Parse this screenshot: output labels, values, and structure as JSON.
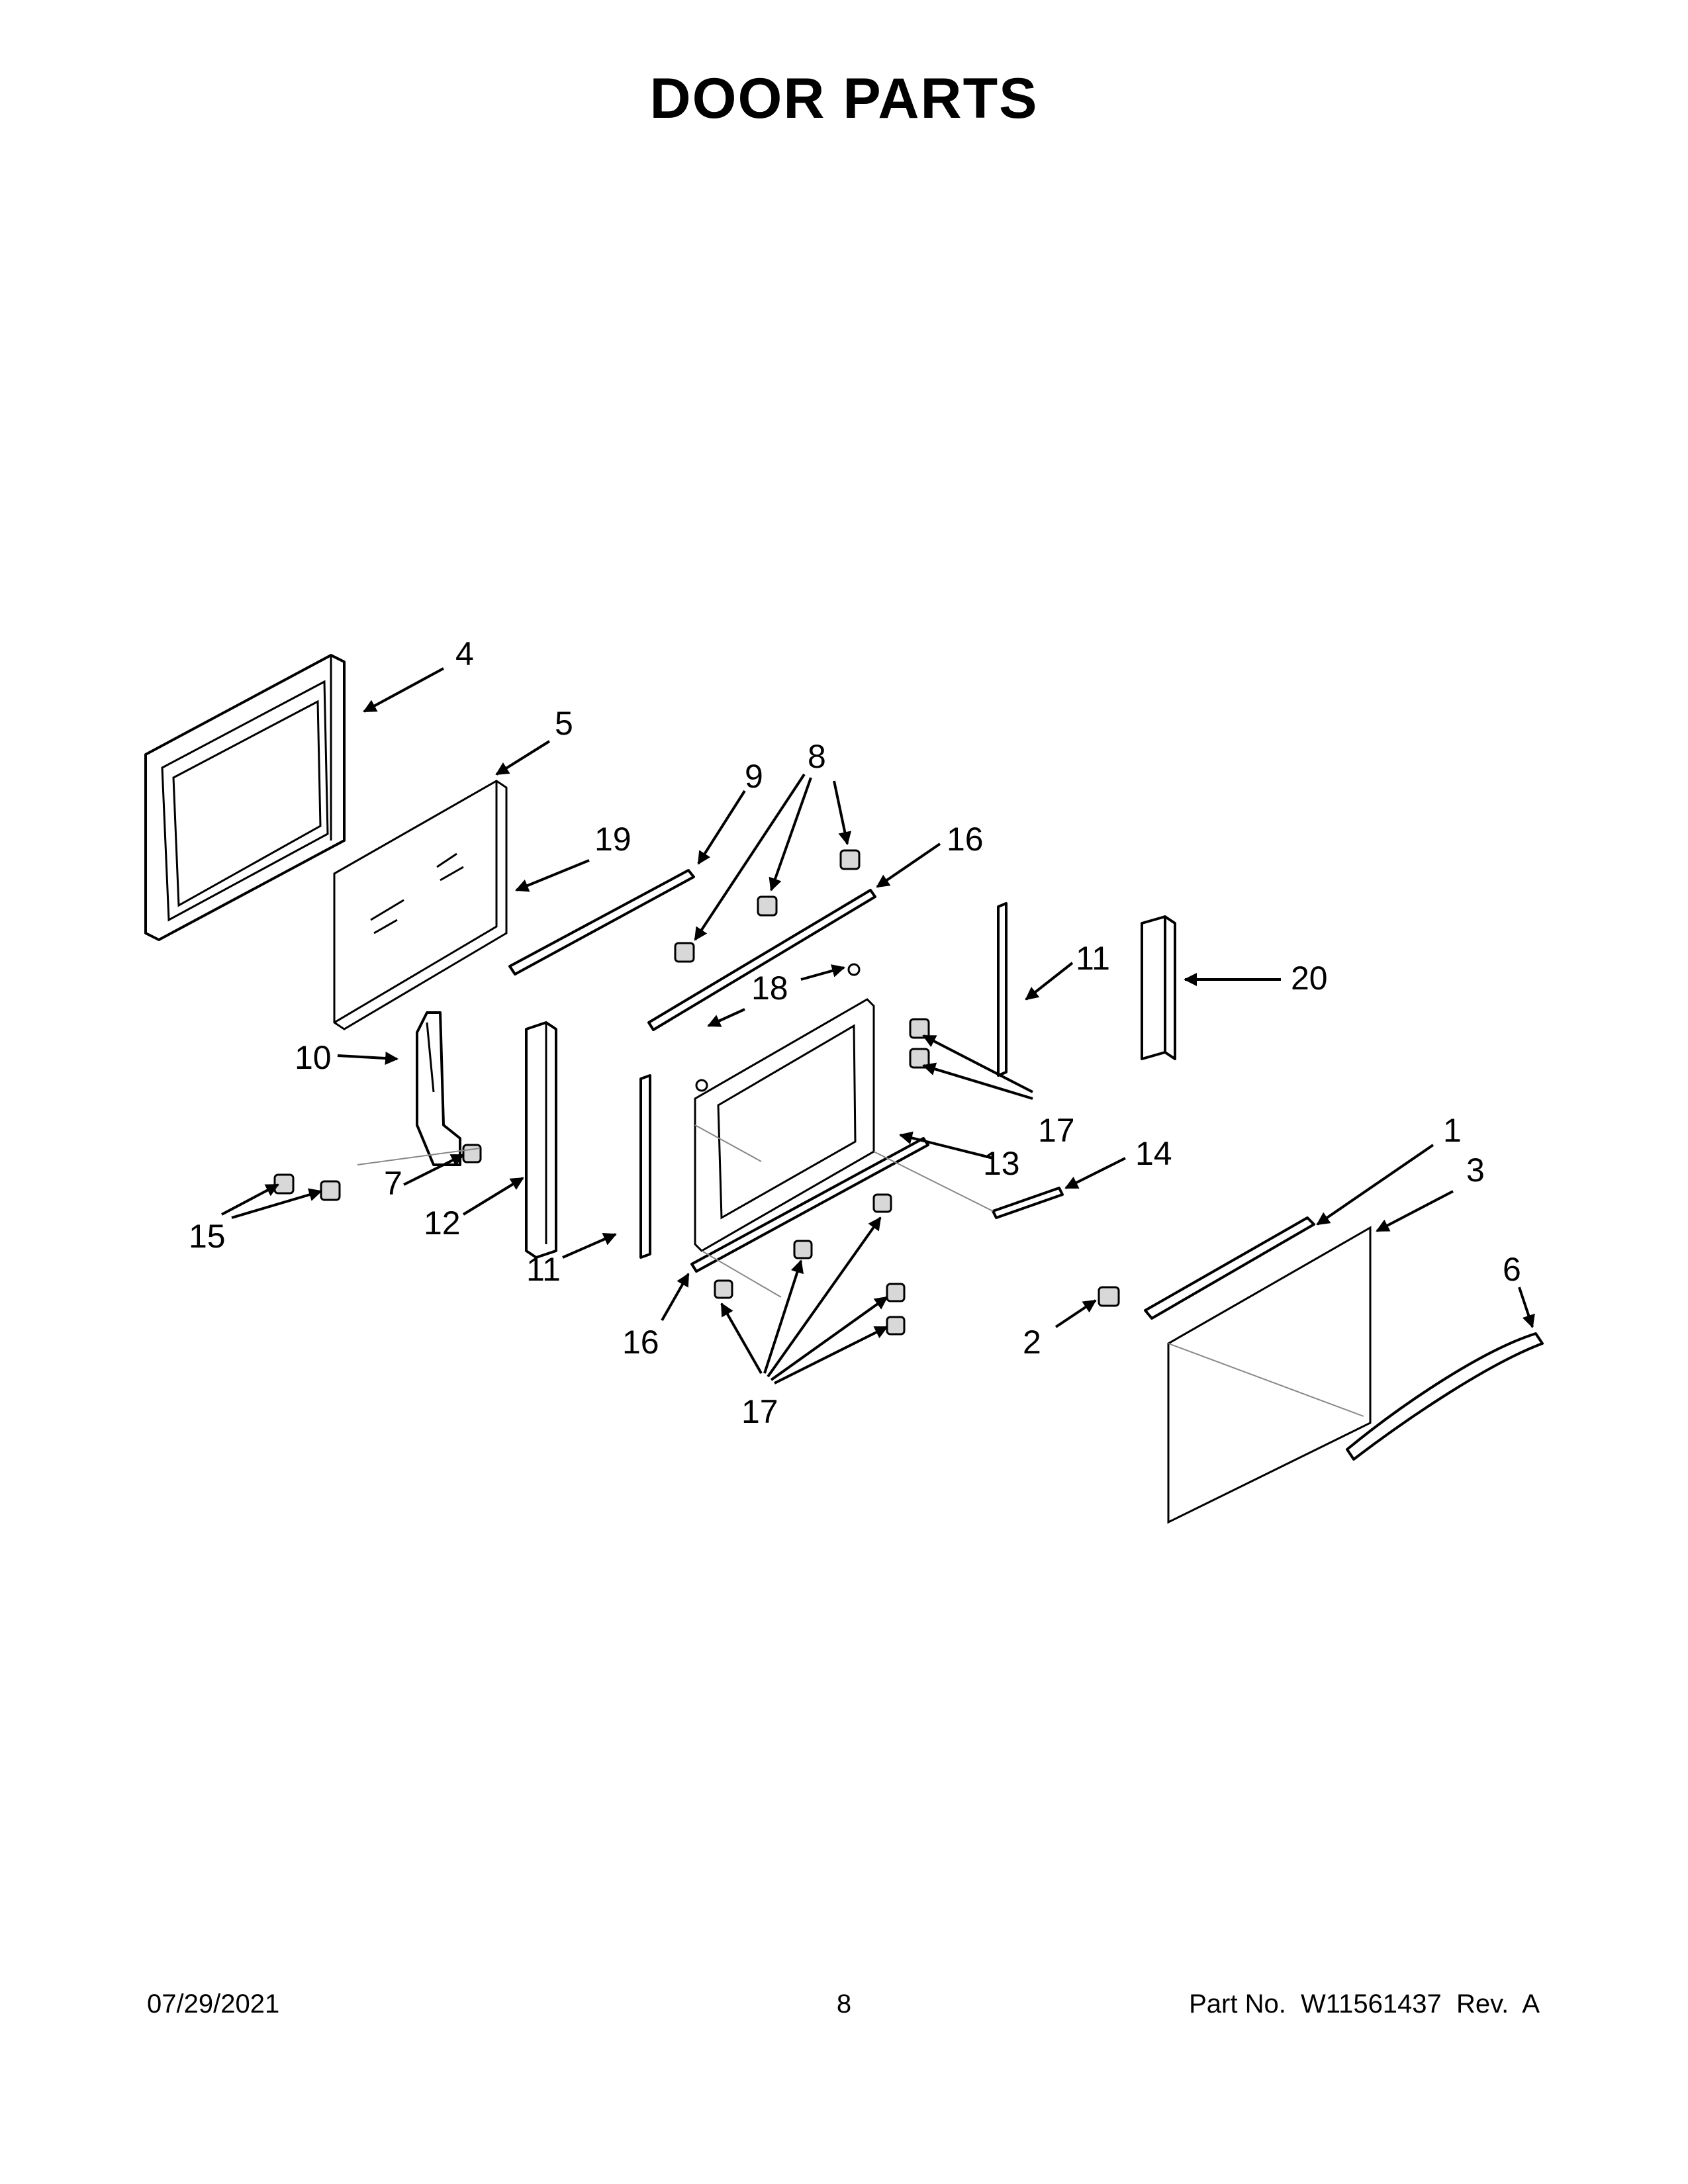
{
  "title": "DOOR PARTS",
  "footer": {
    "date": "07/29/2021",
    "page": "8",
    "part_number": "Part No.  W11561437  Rev.  A"
  },
  "callouts": {
    "c1": "1",
    "c2": "2",
    "c3": "3",
    "c4": "4",
    "c5": "5",
    "c6": "6",
    "c7": "7",
    "c8": "8",
    "c9": "9",
    "c10": "10",
    "c11a": "11",
    "c11b": "11",
    "c12": "12",
    "c13": "13",
    "c14": "14",
    "c15": "15",
    "c16a": "16",
    "c16b": "16",
    "c17a": "17",
    "c17b": "17",
    "c18": "18",
    "c19": "19",
    "c20": "20"
  }
}
